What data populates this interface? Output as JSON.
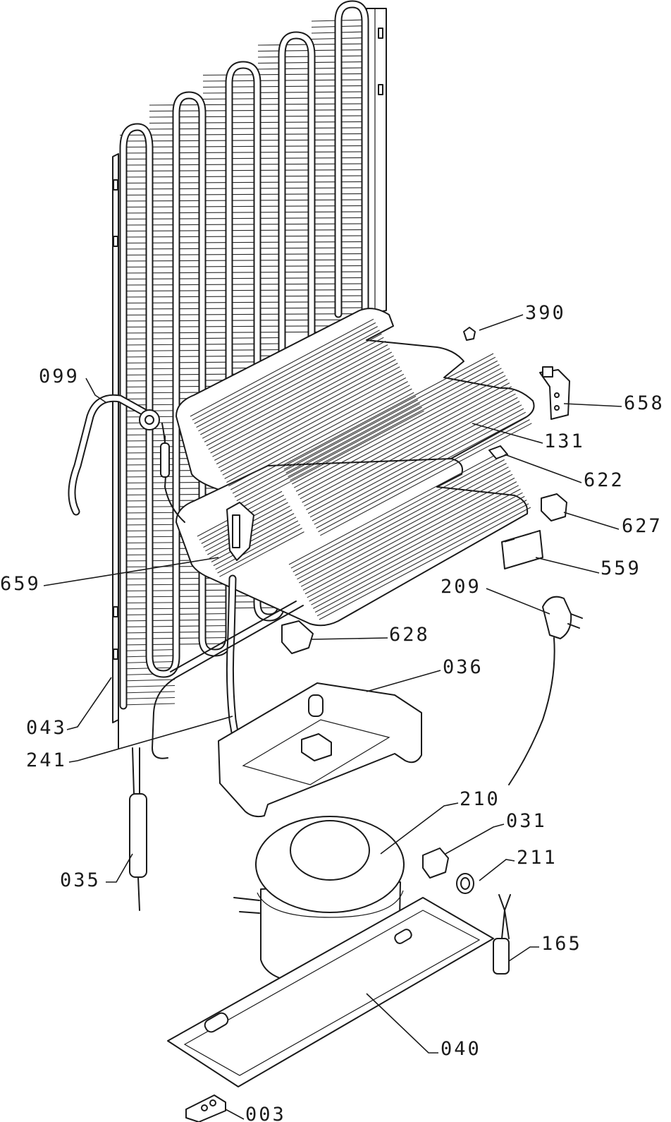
{
  "parts": [
    {
      "number": "390"
    },
    {
      "number": "099"
    },
    {
      "number": "658"
    },
    {
      "number": "131"
    },
    {
      "number": "622"
    },
    {
      "number": "627"
    },
    {
      "number": "659"
    },
    {
      "number": "559"
    },
    {
      "number": "209"
    },
    {
      "number": "628"
    },
    {
      "number": "036"
    },
    {
      "number": "043"
    },
    {
      "number": "241"
    },
    {
      "number": "210"
    },
    {
      "number": "031"
    },
    {
      "number": "211"
    },
    {
      "number": "035"
    },
    {
      "number": "165"
    },
    {
      "number": "040"
    },
    {
      "number": "003"
    }
  ]
}
